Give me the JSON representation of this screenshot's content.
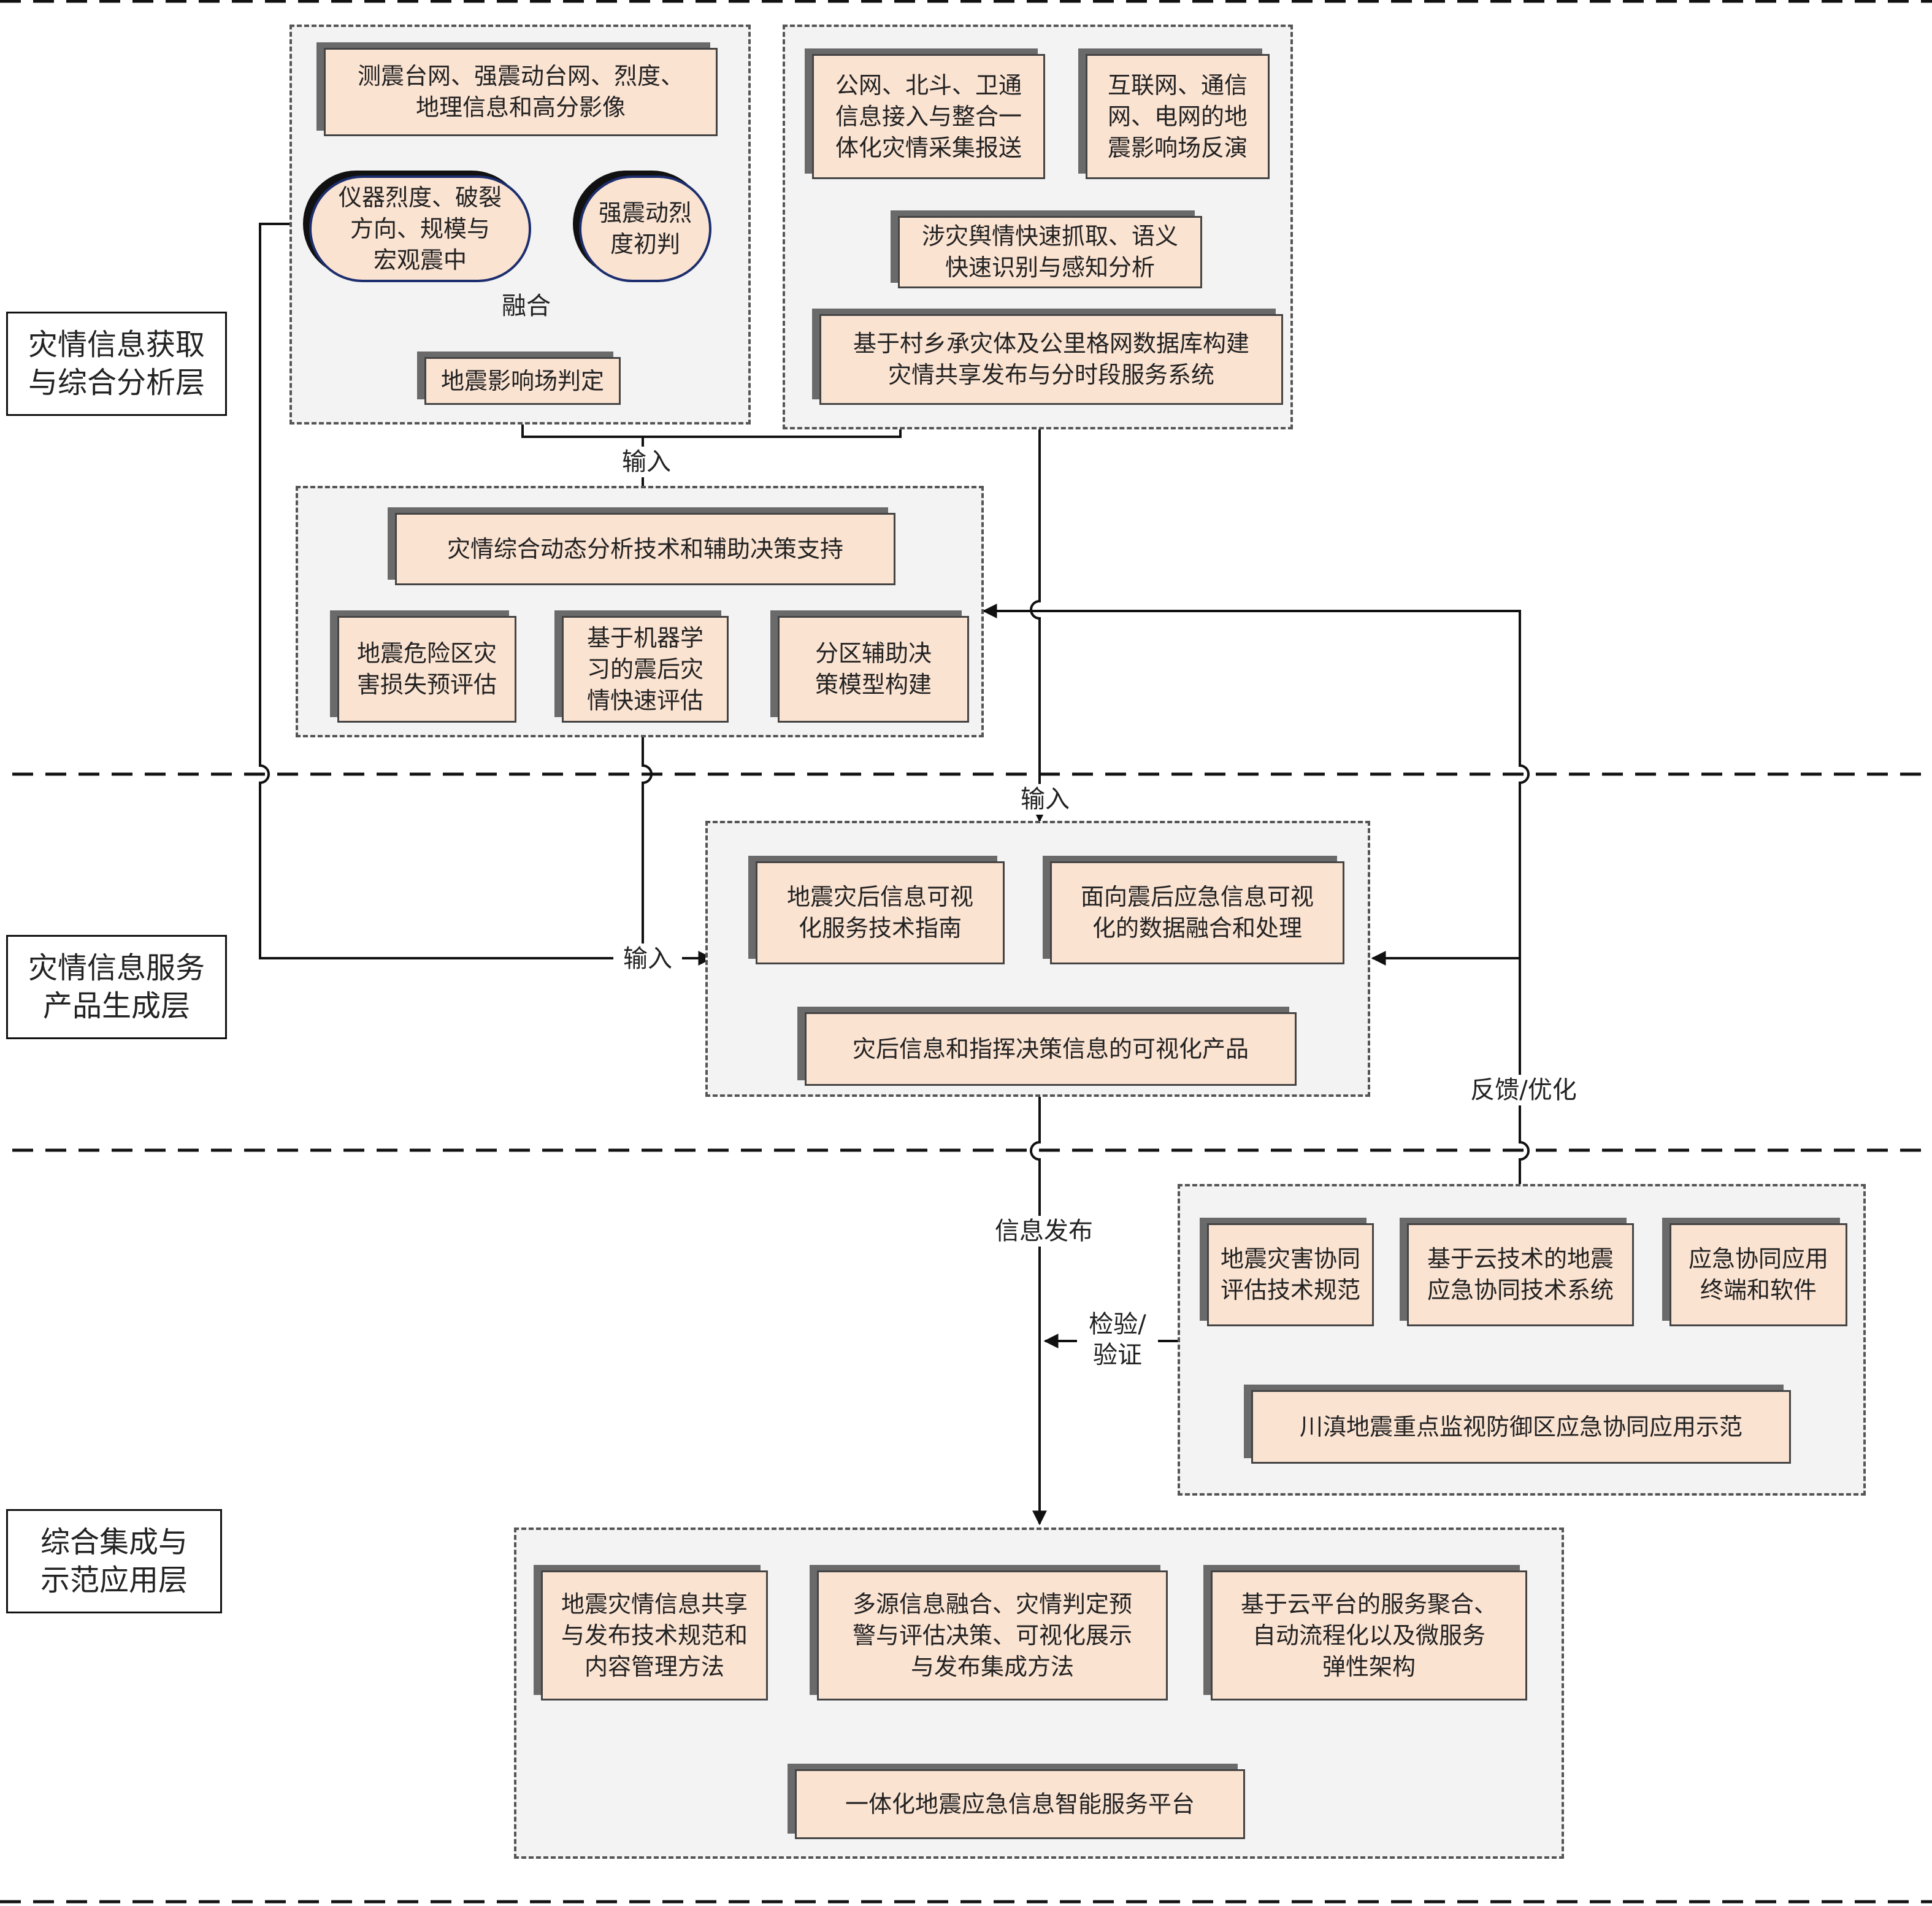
{
  "layers": {
    "acquisition": "灾情信息获取\n与综合分析层",
    "service": "灾情信息服务\n产品生成层",
    "integration": "综合集成与\n示范应用层"
  },
  "acquisition": {
    "source_network": "测震台网、强震动台网、烈度、\n地理信息和高分影像",
    "instrument_intensity": "仪器烈度、破裂\n方向、规模与\n宏观震中",
    "strong_motion_prejudge": "强震动烈\n度初判",
    "fusion_label": "融合",
    "influence_field": "地震影响场判定",
    "beidou_collection": "公网、北斗、卫通\n信息接入与整合一\n体化灾情采集报送",
    "internet_inversion": "互联网、通信\n网、电网的地\n震影响场反演",
    "public_opinion": "涉灾舆情快速抓取、语义\n快速识别与感知分析",
    "sharing_system": "基于村乡承灾体及公里格网数据库构建\n灾情共享发布与分时段服务系统"
  },
  "analysis": {
    "input_label": "输入",
    "dynamic_analysis": "灾情综合动态分析技术和辅助决策支持",
    "risk_assessment": "地震危险区灾\n害损失预评估",
    "ml_assessment": "基于机器学\n习的震后灾\n情快速评估",
    "zoning_model": "分区辅助决\n策模型构建"
  },
  "service": {
    "input_top_label": "输入",
    "input_left_label": "输入",
    "vis_guide": "地震灾后信息可视\n化服务技术指南",
    "data_fusion": "面向震后应急信息可视\n化的数据融合和处理",
    "vis_product": "灾后信息和指挥决策信息的可视化产品",
    "feedback_label": "反馈/优化"
  },
  "integration": {
    "publish_label": "信息发布",
    "verify_label": "检验/\n验证",
    "collab_spec": "地震灾害协同\n评估技术规范",
    "cloud_system": "基于云技术的地震\n应急协同技术系统",
    "terminal_software": "应急协同应用\n终端和软件",
    "demo": "川滇地震重点监视防御区应急协同应用示范",
    "sharing_spec": "地震灾情信息共享\n与发布技术规范和\n内容管理方法",
    "multi_source": "多源信息融合、灾情判定预\n警与评估决策、可视化展示\n与发布集成方法",
    "cloud_service": "基于云平台的服务聚合、\n自动流程化以及微服务\n弹性架构",
    "platform": "一体化地震应急信息智能服务平台"
  }
}
